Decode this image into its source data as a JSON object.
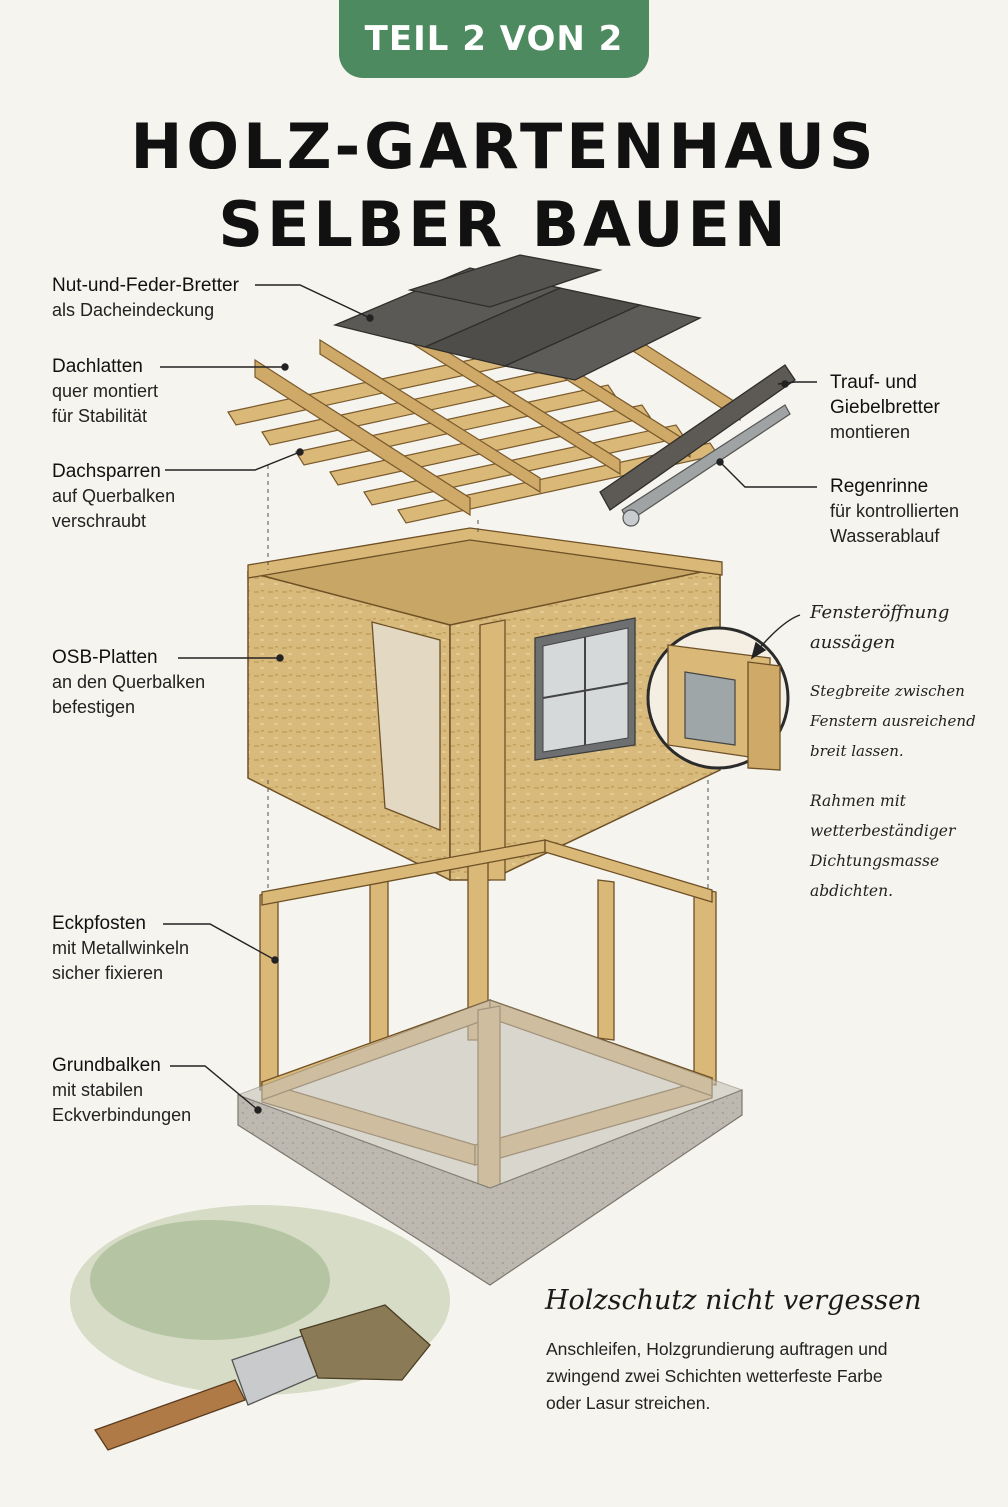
{
  "badge": "TEIL 2 VON 2",
  "title": {
    "line1": "HOLZ-GARTENHAUS",
    "line2": "SELBER BAUEN"
  },
  "labels_left": {
    "nut_feder": {
      "heading": "Nut-und-Feder-Bretter",
      "line1": "als Dacheindeckung"
    },
    "dachlatten": {
      "heading": "Dachlatten",
      "line1": "quer montiert",
      "line2": "für Stabilität"
    },
    "dachsparren": {
      "heading": "Dachsparren",
      "line1": "auf Querbalken",
      "line2": "verschraubt"
    },
    "osb": {
      "heading": "OSB-Platten",
      "line1": "an den Querbalken",
      "line2": "befestigen"
    },
    "eckpfosten": {
      "heading": "Eckpfosten",
      "line1": "mit Metallwinkeln",
      "line2": "sicher fixieren"
    },
    "grundbalken": {
      "heading": "Grundbalken",
      "line1": "mit stabilen",
      "line2": "Eckverbindungen"
    }
  },
  "labels_right": {
    "trauf": {
      "line1": "Trauf- und",
      "line2": "Giebelbretter",
      "line3": "montieren"
    },
    "regenrinne": {
      "heading": "Regenrinne",
      "line1": "für kontrollierten",
      "line2": "Wasserablauf"
    }
  },
  "handwritten": {
    "fenster": {
      "line1": "Fensteröffnung",
      "line2": "aussägen"
    },
    "steg": {
      "line1": "Stegbreite zwischen",
      "line2": "Fenstern ausreichend",
      "line3": "breit lassen."
    },
    "rahmen": {
      "line1": "Rahmen mit",
      "line2": "wetterbeständiger",
      "line3": "Dichtungsmasse",
      "line4": "abdichten."
    }
  },
  "note": {
    "title": "Holzschutz nicht vergessen",
    "line1": "Anschleifen, Holzgrundierung auftragen und",
    "line2": "zwingend zwei Schichten wetterfeste Farbe",
    "line3": "oder Lasur streichen."
  },
  "colors": {
    "badge_green": "#4e8a5f",
    "wood": "#d9b878",
    "wood_dark": "#a9854a",
    "osb": "#d6b978",
    "roof_board": "#5e5c58",
    "concrete": "#b5b1a8"
  },
  "icons": [
    "paint-brush-icon"
  ]
}
